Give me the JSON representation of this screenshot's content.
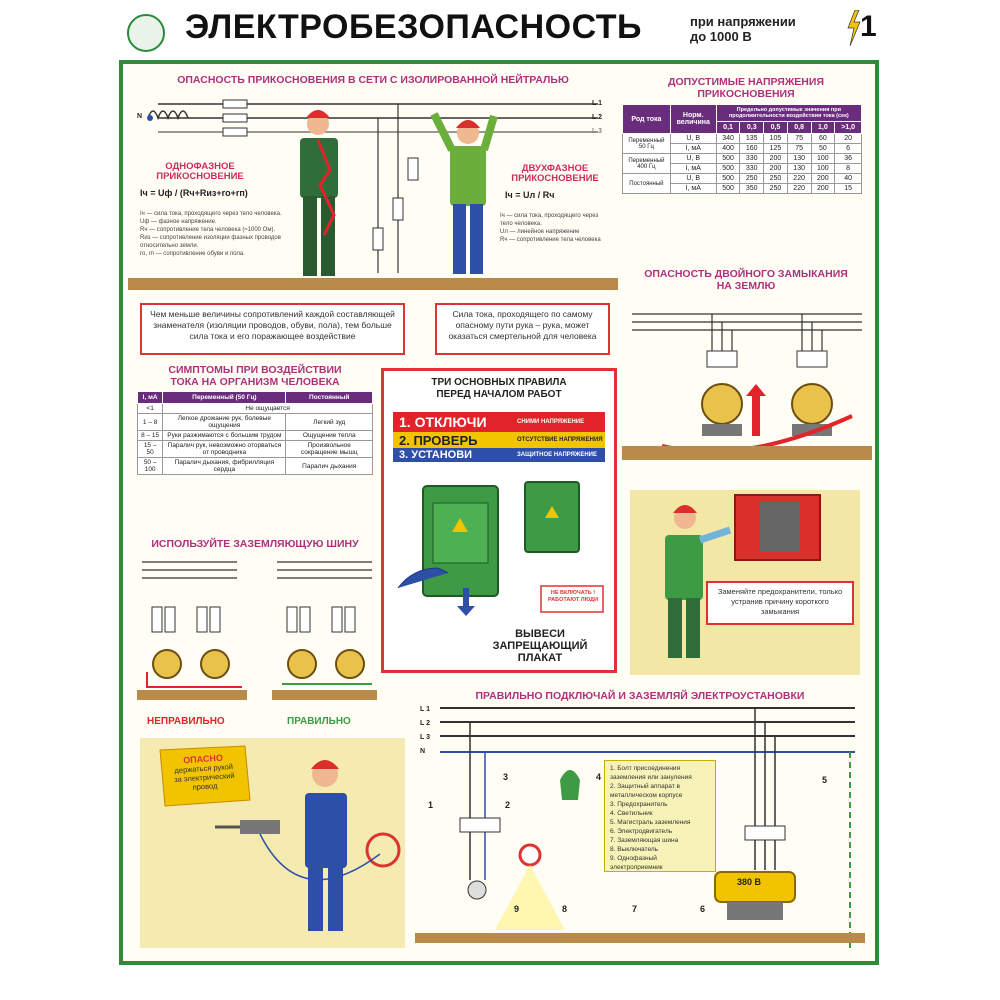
{
  "header": {
    "title": "ЭЛЕКТРОБЕЗОПАСНОСТЬ",
    "subtitle_line1": "при напряжении",
    "subtitle_line2": "до 1000 В",
    "sheet_number": "1"
  },
  "isolated_neutral": {
    "title": "ОПАСНОСТЬ ПРИКОСНОВЕНИЯ В СЕТИ С ИЗОЛИРОВАННОЙ НЕЙТРАЛЬЮ",
    "phase_labels": [
      "L 1",
      "L 2",
      "L 3"
    ],
    "neutral_label": "N",
    "single_phase_title_1": "ОДНОФАЗНОЕ",
    "single_phase_title_2": "ПРИКОСНОВЕНИЕ",
    "single_formula": "Iч = Uф / (Rч+Rиз+rо+rп)",
    "single_notes": [
      "Iч — сила тока, проходящего через тело человека.",
      "Uф — фазное напряжение.",
      "Rч — сопротивление тела человека (≈1000 Ом).",
      "Rиз — сопротивление изоляции фазных проводов относительно земли.",
      "rо, rп — сопротивление обуви и пола."
    ],
    "two_phase_title_1": "ДВУХФАЗНОЕ",
    "two_phase_title_2": "ПРИКОСНОВЕНИЕ",
    "two_formula": "Iч = Uл / Rч",
    "two_notes": [
      "Iч — сила тока, проходящего через тело человека.",
      "Uл — линейное напряжение",
      "Rч — сопротивление тела человека"
    ],
    "box_left": "Чем меньше величины сопротивлений каждой составляющей знаменателя (изоляции проводов, обуви, пола), тем больше сила тока и его поражающее воздействие",
    "box_right": "Сила тока, проходящего по самому опасному пути рука – рука, может оказаться смертельной для человека"
  },
  "allowed_voltage": {
    "title_1": "ДОПУСТИМЫЕ НАПРЯЖЕНИЯ",
    "title_2": "ПРИКОСНОВЕНИЯ",
    "head_kind": "Род тока",
    "head_norm": "Норм. величина",
    "head_limit": "Предельно допустимые значения при продолжительности воздействия тока (сек)",
    "durations": [
      "0,1",
      "0,3",
      "0,5",
      "0,8",
      "1,0",
      ">1,0"
    ],
    "rows": [
      {
        "kind": "Переменный 50 Гц",
        "unit": "U, B",
        "values": [
          "340",
          "135",
          "105",
          "75",
          "60",
          "20"
        ]
      },
      {
        "kind": "",
        "unit": "I, мА",
        "values": [
          "400",
          "160",
          "125",
          "75",
          "50",
          "6"
        ]
      },
      {
        "kind": "Переменный 400 Гц",
        "unit": "U, B",
        "values": [
          "500",
          "330",
          "200",
          "130",
          "100",
          "36"
        ]
      },
      {
        "kind": "",
        "unit": "I, мА",
        "values": [
          "500",
          "330",
          "200",
          "130",
          "100",
          "8"
        ]
      },
      {
        "kind": "Постоянный",
        "unit": "U, B",
        "values": [
          "500",
          "250",
          "250",
          "220",
          "200",
          "40"
        ]
      },
      {
        "kind": "",
        "unit": "I, мА",
        "values": [
          "500",
          "350",
          "250",
          "220",
          "200",
          "15"
        ]
      }
    ]
  },
  "double_fault": {
    "title_1": "ОПАСНОСТЬ ДВОЙНОГО ЗАМЫКАНИЯ",
    "title_2": "НА ЗЕМЛЮ"
  },
  "symptoms": {
    "title_1": "СИМПТОМЫ ПРИ ВОЗДЕЙСТВИИ",
    "title_2": "ТОКА НА ОРГАНИЗМ ЧЕЛОВЕКА",
    "headers": [
      "I, мА",
      "Переменный (50 Гц)",
      "Постоянный"
    ],
    "rows": [
      {
        "i": "<1",
        "ac": "Не ощущается",
        "dc": ""
      },
      {
        "i": "1 – 8",
        "ac": "Легкое дрожание рук, болевые ощущения",
        "dc": "Легкий зуд"
      },
      {
        "i": "8 – 15",
        "ac": "Руки разжимаются с большим трудом",
        "dc": "Ощущение тепла"
      },
      {
        "i": "15 – 50",
        "ac": "Паралич рук, невозможно оторваться от проводника",
        "dc": "Произвольное сокращение мышц"
      },
      {
        "i": "50 – 100",
        "ac": "Паралич дыхания, фибрилляция сердца",
        "dc": "Паралич дыхания"
      }
    ]
  },
  "three_rules": {
    "title_1": "ТРИ ОСНОВНЫХ ПРАВИЛА",
    "title_2": "ПЕРЕД НАЧАЛОМ РАБОТ",
    "rules": [
      {
        "main": "1. ОТКЛЮЧИ",
        "sub": "СНИМИ НАПРЯЖЕНИЕ",
        "color": "#e2232a"
      },
      {
        "main": "2. ПРОВЕРЬ",
        "sub": "ОТСУТСТВИЕ НАПРЯЖЕНИЯ",
        "color": "#f2c400"
      },
      {
        "main": "3. УСТАНОВИ",
        "sub": "ЗАЩИТНОЕ НАПРЯЖЕНИЕ",
        "color": "#2d4fa8"
      }
    ],
    "poster_text": "НЕ ВКЛЮЧАТЬ ! РАБОТАЮТ ЛЮДИ",
    "caption_1": "ВЫВЕСИ",
    "caption_2": "ЗАПРЕЩАЮЩИЙ",
    "caption_3": "ПЛАКАТ"
  },
  "fuse_note": {
    "text": "Заменяйте предохранители, только устранив причину короткого замыкания"
  },
  "ground_bus": {
    "title": "ИСПОЛЬЗУЙТЕ ЗАЗЕМЛЯЮЩУЮ ШИНУ",
    "wrong": "НЕПРАВИЛЬНО",
    "right": "ПРАВИЛЬНО"
  },
  "danger_note": {
    "line1": "ОПАСНО",
    "line2": "держаться рукой",
    "line3": "за электрический",
    "line4": "провод"
  },
  "connect": {
    "title": "ПРАВИЛЬНО ПОДКЛЮЧАЙ И ЗАЗЕМЛЯЙ ЭЛЕКТРОУСТАНОВКИ",
    "lines": [
      "L 1",
      "L 2",
      "L 3",
      "N"
    ],
    "legend": [
      "1. Болт присоединения заземления или зануления",
      "2. Защитный аппарат в металлическом корпусе",
      "3. Предохранитель",
      "4. Светильник",
      "5. Магистраль заземления",
      "6. Электродвигатель",
      "7. Заземляющая шина",
      "8. Выключатель",
      "9. Однофазный электроприемник"
    ],
    "callouts": [
      "1",
      "2",
      "3",
      "4",
      "5",
      "6",
      "7",
      "8",
      "9"
    ],
    "motor_label": "380 В"
  },
  "colors": {
    "frame": "#2e8b3a",
    "magenta": "#b0307e",
    "red": "#d33",
    "purple": "#6a2d7d",
    "ground": "#b98a4a"
  }
}
